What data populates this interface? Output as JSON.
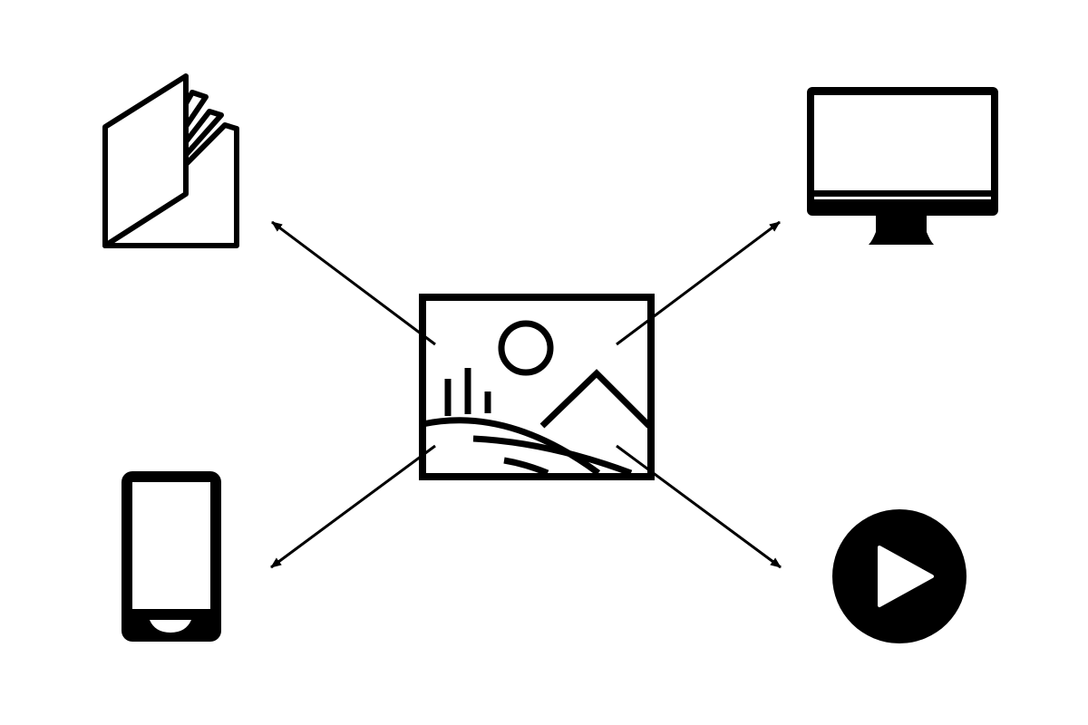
{
  "diagram": {
    "colors": {
      "ink": "#000000",
      "background": "#ffffff"
    },
    "center": {
      "icon": "landscape-image-icon"
    },
    "targets": [
      {
        "icon": "book-icon",
        "position": "top-left"
      },
      {
        "icon": "monitor-icon",
        "position": "top-right"
      },
      {
        "icon": "smartphone-icon",
        "position": "bottom-left"
      },
      {
        "icon": "play-video-icon",
        "position": "bottom-right"
      }
    ]
  }
}
